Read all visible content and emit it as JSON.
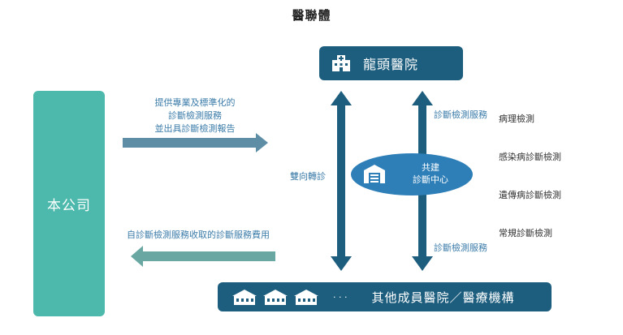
{
  "title": "醫聯體",
  "company": {
    "label": "本公司"
  },
  "lead_hospital": {
    "label": "龍頭醫院",
    "icon": "hospital-icon"
  },
  "members": {
    "ellipsis": "· · ·",
    "label": "其他成員醫院／醫療機構",
    "icon": "building-icon"
  },
  "center": {
    "line1": "共建",
    "line2": "診斷中心",
    "icon": "warehouse-icon"
  },
  "arrows": {
    "service_line1": "提供專業及標準化的",
    "service_line2": "診斷檢測服務",
    "service_line3": "並出具診斷檢測報告",
    "fee": "自診斷檢測服務收取的診斷服務費用",
    "referral": "雙向轉診",
    "diag_top": "診斷檢測服務",
    "diag_bottom": "診斷檢測服務"
  },
  "services": [
    "病理檢測",
    "感染病診斷檢測",
    "遺傳病診斷檢測",
    "常規診斷檢測"
  ],
  "colors": {
    "teal": "#4db8ac",
    "navy": "#1d5e7e",
    "blue": "#2e7fb8",
    "arrow_gray": "#5d8ea6",
    "arrow_teal": "#69a8a2"
  }
}
